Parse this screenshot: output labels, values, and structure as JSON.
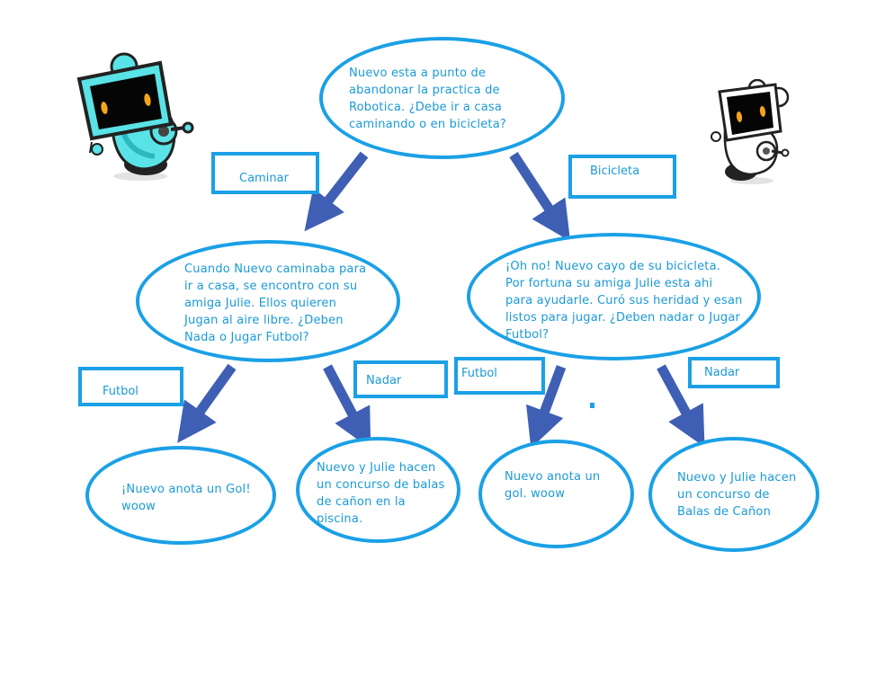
{
  "question": "Nuevo esta a punto de\nabandonar la practica de\nRobotica. ¿Debe ir a casa\ncaminando o en bicicleta?",
  "left_branch": {
    "label": "Caminar",
    "text": "Cuando Nuevo caminaba para\nir a casa, se encontro con su\namiga Julie. Ellos quieren\nJugan al aire libre. ¿Deben\nNada o Jugar Futbol?",
    "options": [
      {
        "label": "Futbol",
        "outcome": "¡Nuevo anota un Gol!\nwoow"
      },
      {
        "label": "Nadar",
        "outcome": "Nuevo y Julie hacen\nun concurso de balas\nde cañon en la\npiscina."
      }
    ]
  },
  "right_branch": {
    "label": "Bicicleta",
    "text": "¡Oh no! Nuevo cayo de su bicicleta.\nPor fortuna su amiga Julie esta ahi\npara ayudarle. Curó sus heridad y esan\nlistos para jugar. ¿Deben nadar o Jugar\nFutbol?",
    "options": [
      {
        "label": "Futbol",
        "outcome": "Nuevo anota un\ngol. woow"
      },
      {
        "label": "Nadar",
        "outcome": "Nuevo y Julie hacen\nun concurso de\nBalas de Cañon"
      }
    ]
  },
  "colors": {
    "outline": "#1aa0e6",
    "text": "#1a9ad8",
    "arrow": "#3f5fb5"
  }
}
